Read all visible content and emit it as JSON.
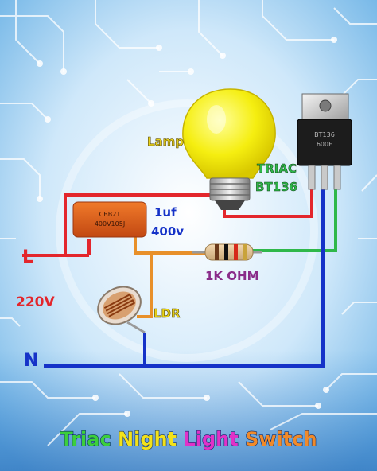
{
  "labels": {
    "lamp": "Lamp",
    "triac_line1": "TRIAC",
    "triac_line2": "BT136",
    "cap_line1": "1uf",
    "cap_line2": "400v",
    "resistor": "1K OHM",
    "ldr": "LDR",
    "line": "L",
    "neutral": "N",
    "voltage": "220V",
    "cap_print1": "CBB21",
    "cap_print2": "400V105J",
    "triac_print1": "BT136",
    "triac_print2": "600E"
  },
  "title": {
    "word1": "Triac",
    "word2": "Night",
    "word3": "Light",
    "word4": "Switch"
  },
  "colors": {
    "background": "#8ec9f0",
    "wire_red": "#e3262c",
    "wire_blue": "#1532c8",
    "wire_green": "#2fb84a",
    "wire_orange": "#e8902a",
    "label_yellow": "#e8d21a",
    "label_purple": "#8a2c8a",
    "title_green": "#3ccf3c",
    "title_yellow": "#f2e21a",
    "title_magenta": "#e032c8",
    "title_orange": "#f08a2a"
  }
}
